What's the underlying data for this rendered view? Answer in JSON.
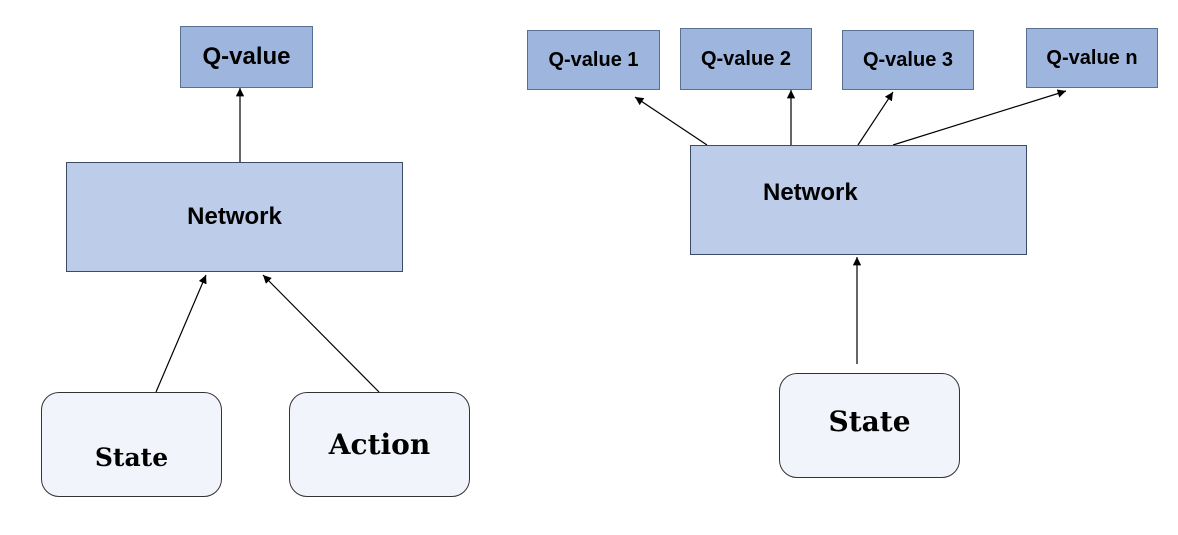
{
  "left_diagram": {
    "output_label": "Q-value",
    "network_label": "Network",
    "inputs": [
      "State",
      "Action"
    ]
  },
  "right_diagram": {
    "outputs": [
      "Q-value 1",
      "Q-value 2",
      "Q-value 3",
      "Q-value n"
    ],
    "network_label": "Network",
    "input_label": "State"
  },
  "colors": {
    "output_fill": "#9eb6de",
    "network_fill": "#bccce9",
    "input_fill": "#f1f4fb",
    "arrow": "#000000"
  }
}
